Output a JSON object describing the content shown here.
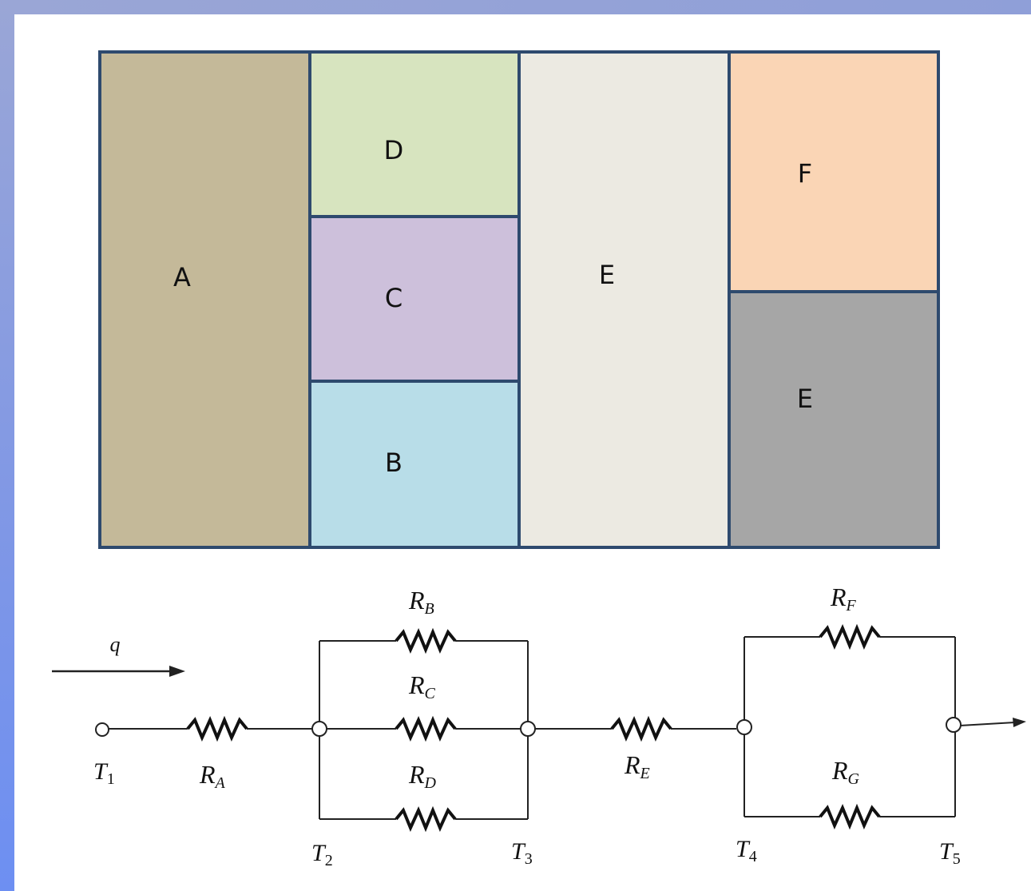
{
  "blocks": [
    {
      "id": "A",
      "label": "A",
      "color": "#c4b999"
    },
    {
      "id": "D",
      "label": "D",
      "color": "#d7e4bf"
    },
    {
      "id": "C",
      "label": "C",
      "color": "#cdc0db"
    },
    {
      "id": "B",
      "label": "B",
      "color": "#b8dde8"
    },
    {
      "id": "E1",
      "label": "E",
      "color": "#eceae2"
    },
    {
      "id": "F",
      "label": "F",
      "color": "#fad5b5"
    },
    {
      "id": "E2",
      "label": "E",
      "color": "#a6a6a6"
    }
  ],
  "block_border_color": "#2e4a6e",
  "circuit": {
    "flow_label": "q",
    "nodes": {
      "t1": {
        "base": "T",
        "sub": "1"
      },
      "t2": {
        "base": "T",
        "sub": "2"
      },
      "t3": {
        "base": "T",
        "sub": "3"
      },
      "t4": {
        "base": "T",
        "sub": "4"
      },
      "t5": {
        "base": "T",
        "sub": "5"
      }
    },
    "resistors": {
      "ra": {
        "base": "R",
        "sub": "A"
      },
      "rb": {
        "base": "R",
        "sub": "B"
      },
      "rc": {
        "base": "R",
        "sub": "C"
      },
      "rd": {
        "base": "R",
        "sub": "D"
      },
      "re": {
        "base": "R",
        "sub": "E"
      },
      "rf": {
        "base": "R",
        "sub": "F"
      },
      "rg": {
        "base": "R",
        "sub": "G"
      }
    }
  }
}
